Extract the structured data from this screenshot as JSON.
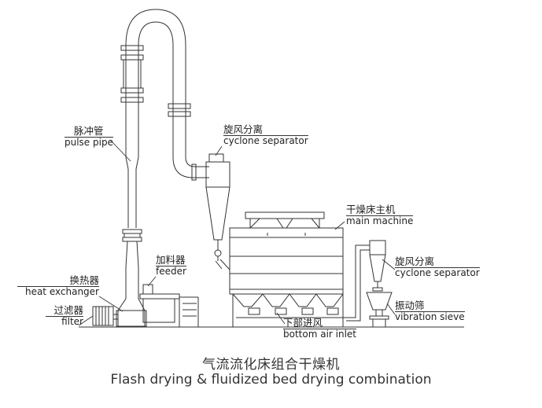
{
  "labels": {
    "pulse_pipe": {
      "zh": "脉冲管",
      "en": "pulse pipe"
    },
    "cyclone_1": {
      "zh": "旋风分离",
      "en": "cyclone separator"
    },
    "main_machine": {
      "zh": "干燥床主机",
      "en": "main machine"
    },
    "feeder": {
      "zh": "加料器",
      "en": "feeder"
    },
    "heat_exchanger": {
      "zh": "换热器",
      "en": "heat exchanger"
    },
    "filter": {
      "zh": "过滤器",
      "en": "filter"
    },
    "cyclone_2": {
      "zh": "旋风分离",
      "en": "cyclone separator"
    },
    "vibration_sieve": {
      "zh": "振动筛",
      "en": "vibration sieve"
    },
    "bottom_air_inlet": {
      "zh": "下部进风",
      "en": "bottom air inlet"
    }
  },
  "caption": {
    "zh": "气流流化床组合干燥机",
    "en": "Flash drying & fluidized bed drying combination"
  }
}
